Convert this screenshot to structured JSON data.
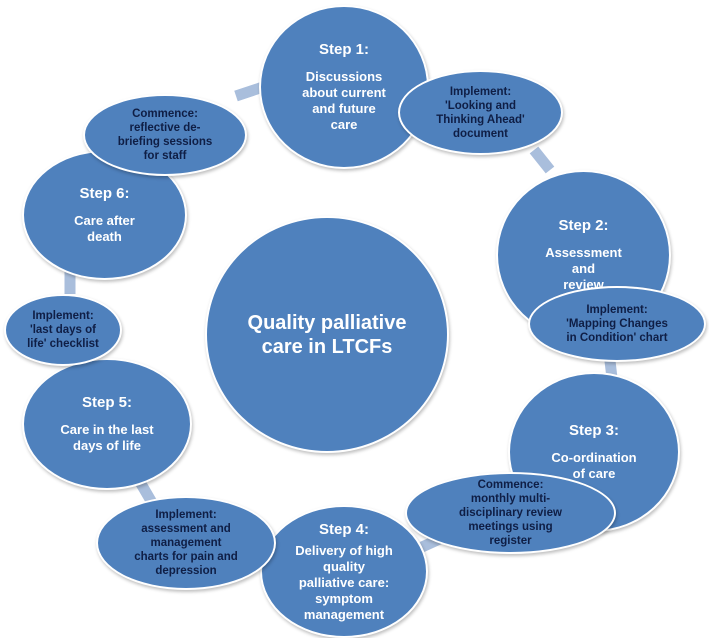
{
  "center": {
    "text": "Quality palliative\ncare in LTCFs"
  },
  "steps": [
    {
      "title": "Step 1:",
      "body": "Discussions\nabout current\nand future\ncare"
    },
    {
      "title": "Step 2:",
      "body": "Assessment\nand\nreview"
    },
    {
      "title": "Step 3:",
      "body": "Co-ordination\nof care"
    },
    {
      "title": "Step 4:",
      "body": "Delivery of high\nquality\npalliative care:\nsymptom\nmanagement"
    },
    {
      "title": "Step 5:",
      "body": "Care in the last\ndays of life"
    },
    {
      "title": "Step 6:",
      "body": "Care after\ndeath"
    }
  ],
  "actions": [
    {
      "text": "Implement:\n'Looking and\nThinking Ahead'\ndocument"
    },
    {
      "text": "Implement:\n'Mapping Changes\nin Condition' chart"
    },
    {
      "text": "Commence:\nmonthly multi-\ndisciplinary review\nmeetings using\nregister"
    },
    {
      "text": "Implement:\nassessment and\nmanagement\ncharts for pain and\ndepression"
    },
    {
      "text": "Implement:\n'last days of\nlife' checklist"
    },
    {
      "text": "Commence:\nreflective de-\nbriefing sessions\nfor staff"
    }
  ],
  "colors": {
    "node_fill": "#4f81bd",
    "connector": "#a9bedc",
    "action_text": "#0f1e45"
  }
}
